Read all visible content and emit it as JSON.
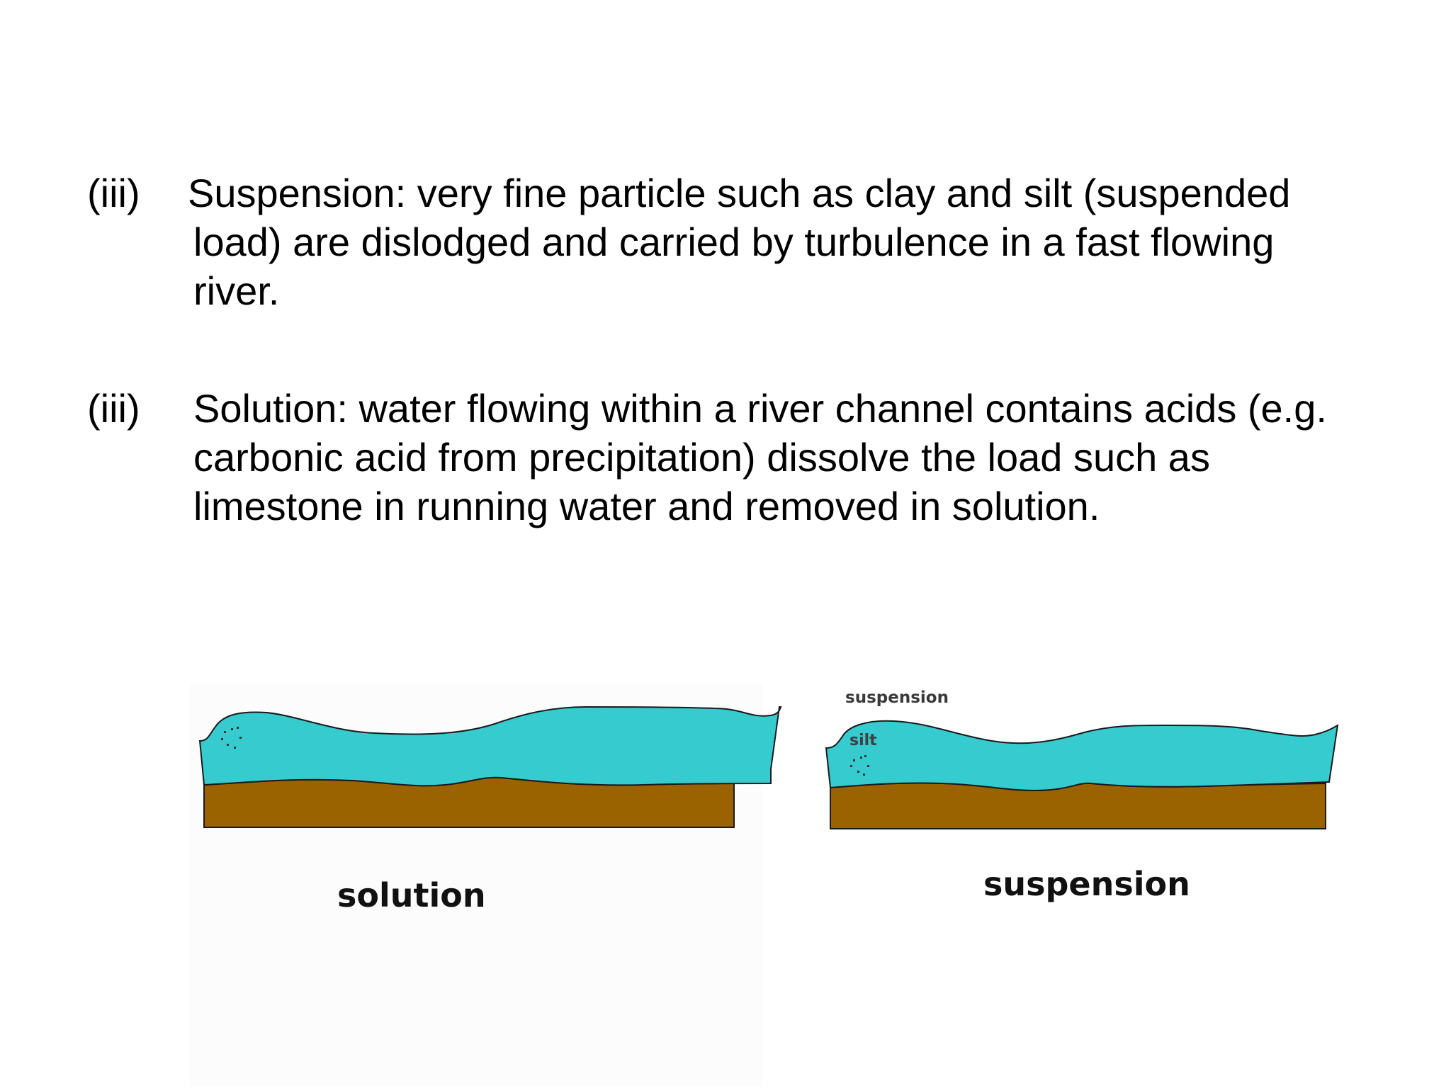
{
  "bullets": [
    {
      "marker": "(iii)",
      "lines": [
        "Suspension: very fine particle such as clay and silt (suspended",
        "load) are dislodged and carried by turbulence in a fast flowing",
        "river."
      ]
    },
    {
      "marker": "(iii)",
      "lines": [
        "Solution: water flowing within a river channel contains acids (e.g.",
        "carbonic acid from precipitation) dissolve the load such as",
        "limestone in running water and removed in solution."
      ]
    }
  ],
  "diagrams": {
    "solution": {
      "caption": "solution"
    },
    "suspension": {
      "caption": "suspension",
      "label_top": "suspension",
      "label_silt": "silt"
    }
  },
  "colors": {
    "water": "#36cbcf",
    "riverbed": "#9a6300",
    "outline": "#1a1a1a"
  }
}
